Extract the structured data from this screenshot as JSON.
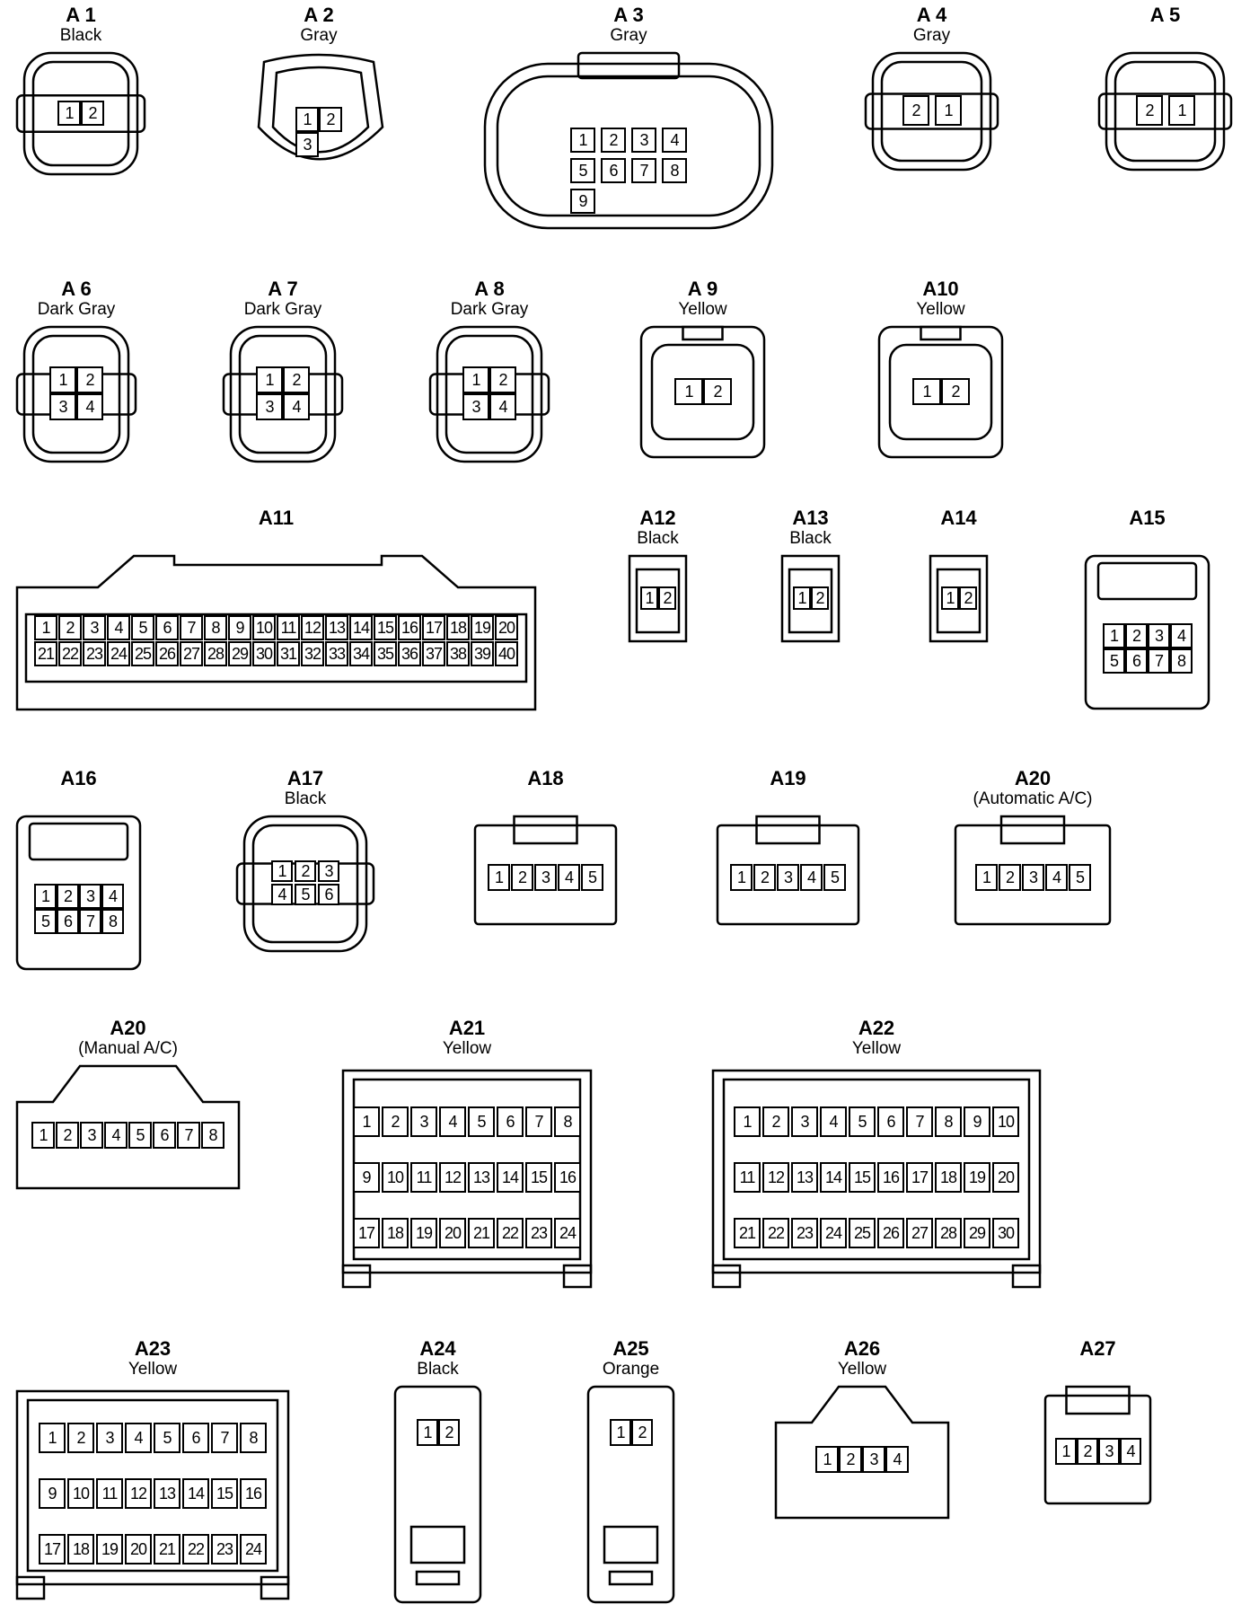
{
  "connectors": [
    {
      "id": "A 1",
      "sub": "Black",
      "pins": [
        "1",
        "2"
      ]
    },
    {
      "id": "A 2",
      "sub": "Gray",
      "pins": [
        "1",
        "2",
        "3"
      ]
    },
    {
      "id": "A 3",
      "sub": "Gray",
      "pins": [
        "1",
        "2",
        "3",
        "4",
        "5",
        "6",
        "7",
        "8",
        "9"
      ]
    },
    {
      "id": "A 4",
      "sub": "Gray",
      "pins": [
        "2",
        "1"
      ]
    },
    {
      "id": "A 5",
      "sub": "",
      "pins": [
        "2",
        "1"
      ]
    },
    {
      "id": "A 6",
      "sub": "Dark Gray",
      "pins": [
        "1",
        "2",
        "3",
        "4"
      ]
    },
    {
      "id": "A 7",
      "sub": "Dark Gray",
      "pins": [
        "1",
        "2",
        "3",
        "4"
      ]
    },
    {
      "id": "A 8",
      "sub": "Dark Gray",
      "pins": [
        "1",
        "2",
        "3",
        "4"
      ]
    },
    {
      "id": "A 9",
      "sub": "Yellow",
      "pins": [
        "1",
        "2"
      ]
    },
    {
      "id": "A10",
      "sub": "Yellow",
      "pins": [
        "1",
        "2"
      ]
    },
    {
      "id": "A11",
      "sub": "",
      "pins": [
        "1",
        "2",
        "3",
        "4",
        "5",
        "6",
        "7",
        "8",
        "9",
        "10",
        "11",
        "12",
        "13",
        "14",
        "15",
        "16",
        "17",
        "18",
        "19",
        "20",
        "21",
        "22",
        "23",
        "24",
        "25",
        "26",
        "27",
        "28",
        "29",
        "30",
        "31",
        "32",
        "33",
        "34",
        "35",
        "36",
        "37",
        "38",
        "39",
        "40"
      ]
    },
    {
      "id": "A12",
      "sub": "Black",
      "pins": [
        "1",
        "2"
      ]
    },
    {
      "id": "A13",
      "sub": "Black",
      "pins": [
        "1",
        "2"
      ]
    },
    {
      "id": "A14",
      "sub": "",
      "pins": [
        "1",
        "2"
      ]
    },
    {
      "id": "A15",
      "sub": "",
      "pins": [
        "1",
        "2",
        "3",
        "4",
        "5",
        "6",
        "7",
        "8"
      ]
    },
    {
      "id": "A16",
      "sub": "",
      "pins": [
        "1",
        "2",
        "3",
        "4",
        "5",
        "6",
        "7",
        "8"
      ]
    },
    {
      "id": "A17",
      "sub": "Black",
      "pins": [
        "1",
        "2",
        "3",
        "4",
        "5",
        "6"
      ]
    },
    {
      "id": "A18",
      "sub": "",
      "pins": [
        "1",
        "2",
        "3",
        "4",
        "5"
      ]
    },
    {
      "id": "A19",
      "sub": "",
      "pins": [
        "1",
        "2",
        "3",
        "4",
        "5"
      ]
    },
    {
      "id": "A20",
      "sub": "(Automatic A/C)",
      "pins": [
        "1",
        "2",
        "3",
        "4",
        "5"
      ]
    },
    {
      "id": "A20",
      "sub": "(Manual A/C)",
      "pins": [
        "1",
        "2",
        "3",
        "4",
        "5",
        "6",
        "7",
        "8"
      ]
    },
    {
      "id": "A21",
      "sub": "Yellow",
      "pins": [
        "1",
        "2",
        "3",
        "4",
        "5",
        "6",
        "7",
        "8",
        "9",
        "10",
        "11",
        "12",
        "13",
        "14",
        "15",
        "16",
        "17",
        "18",
        "19",
        "20",
        "21",
        "22",
        "23",
        "24"
      ]
    },
    {
      "id": "A22",
      "sub": "Yellow",
      "pins": [
        "1",
        "2",
        "3",
        "4",
        "5",
        "6",
        "7",
        "8",
        "9",
        "10",
        "11",
        "12",
        "13",
        "14",
        "15",
        "16",
        "17",
        "18",
        "19",
        "20",
        "21",
        "22",
        "23",
        "24",
        "25",
        "26",
        "27",
        "28",
        "29",
        "30"
      ]
    },
    {
      "id": "A23",
      "sub": "Yellow",
      "pins": [
        "1",
        "2",
        "3",
        "4",
        "5",
        "6",
        "7",
        "8",
        "9",
        "10",
        "11",
        "12",
        "13",
        "14",
        "15",
        "16",
        "17",
        "18",
        "19",
        "20",
        "21",
        "22",
        "23",
        "24"
      ]
    },
    {
      "id": "A24",
      "sub": "Black",
      "pins": [
        "1",
        "2"
      ]
    },
    {
      "id": "A25",
      "sub": "Orange",
      "pins": [
        "1",
        "2"
      ]
    },
    {
      "id": "A26",
      "sub": "Yellow",
      "pins": [
        "1",
        "2",
        "3",
        "4"
      ]
    },
    {
      "id": "A27",
      "sub": "",
      "pins": [
        "1",
        "2",
        "3",
        "4"
      ]
    }
  ]
}
